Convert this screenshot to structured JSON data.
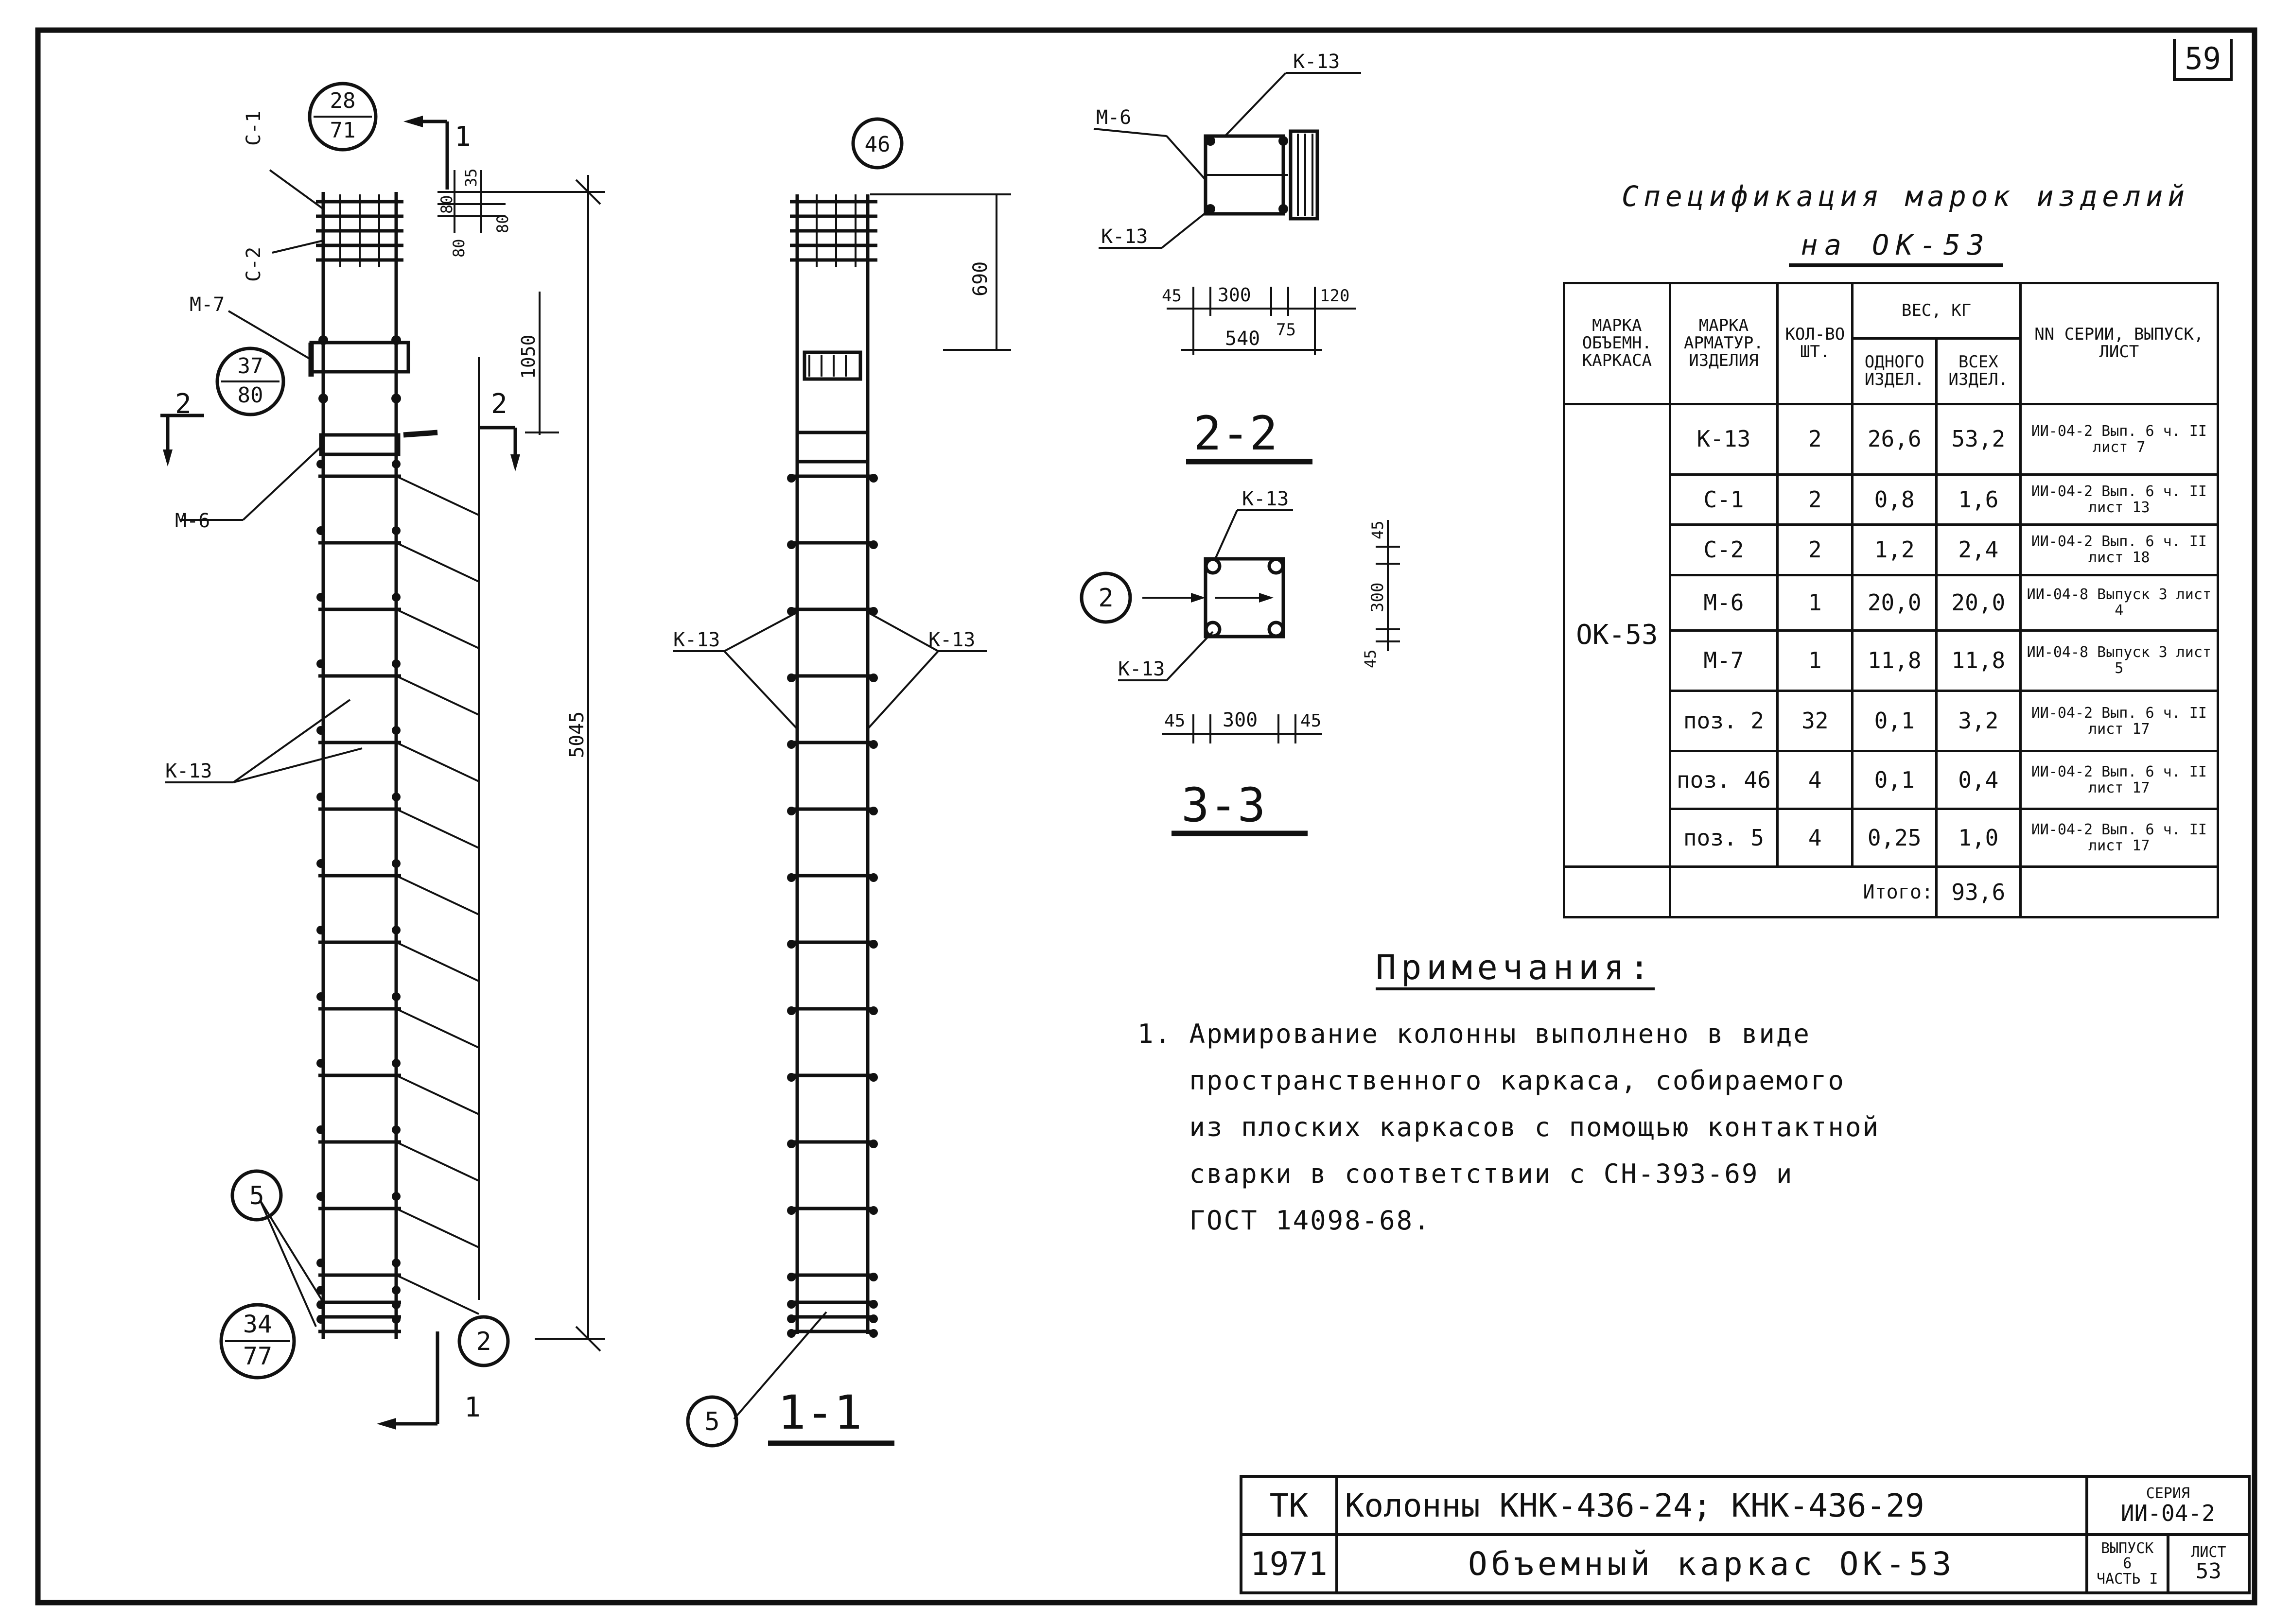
{
  "sheet_number": "59",
  "elevation": {
    "callouts": {
      "top": {
        "num": "28",
        "den": "71"
      },
      "mid": {
        "num": "37",
        "den": "80"
      },
      "bottom": {
        "num": "34",
        "den": "77"
      }
    },
    "labels": {
      "c1": "С-1",
      "c2": "С-2",
      "m7": "М-7",
      "m6": "М-6",
      "k13": "К-13",
      "pos5": "5",
      "pos2": "2",
      "sec1": "1",
      "sec2": "2"
    },
    "dims": {
      "d35": "35",
      "d80a": "80",
      "d80b": "80",
      "d80c": "80",
      "d1050": "1050",
      "d5045": "5045"
    }
  },
  "section_1_1": {
    "title": "1-1",
    "pos46": "46",
    "pos5": "5",
    "k13_left": "К-13",
    "k13_right": "К-13",
    "dim690": "690"
  },
  "section_2_2": {
    "title": "2-2",
    "labels": {
      "k13_top": "К-13",
      "m6": "М-6",
      "k13_bottom": "К-13"
    },
    "dims": {
      "d45": "45",
      "d300": "300",
      "d120": "120",
      "d75": "75",
      "d540": "540"
    }
  },
  "section_3_3": {
    "title": "3-3",
    "labels": {
      "k13_top": "К-13",
      "pos2": "2",
      "k13_bottom": "К-13"
    },
    "dims": {
      "d45l": "45",
      "d300": "300",
      "d45r": "45",
      "v45a": "45",
      "v300": "300",
      "v45b": "45"
    }
  },
  "spec": {
    "title": "Спецификация марок изделий",
    "subtitle": "на ОК-53",
    "headers": {
      "mark_frame": "МАРКА ОБЪЕМН. КАРКАСА",
      "mark_item": "МАРКА АРМАТУР. ИЗДЕЛИЯ",
      "qty": "КОЛ-ВО ШТ.",
      "weight": "ВЕС, КГ",
      "weight_one": "ОДНОГО ИЗДЕЛ.",
      "weight_all": "ВСЕХ ИЗДЕЛ.",
      "series": "NN СЕРИИ, ВЫПУСК, ЛИСТ"
    },
    "frame_mark": "ОК-53",
    "rows": [
      {
        "item": "К-13",
        "qty": "2",
        "one": "26,6",
        "all": "53,2",
        "series": "ИИ-04-2 Вып. 6 ч. II лист 7"
      },
      {
        "item": "С-1",
        "qty": "2",
        "one": "0,8",
        "all": "1,6",
        "series": "ИИ-04-2 Вып. 6 ч. II лист 13"
      },
      {
        "item": "С-2",
        "qty": "2",
        "one": "1,2",
        "all": "2,4",
        "series": "ИИ-04-2 Вып. 6 ч. II лист 18"
      },
      {
        "item": "М-6",
        "qty": "1",
        "one": "20,0",
        "all": "20,0",
        "series": "ИИ-04-8 Выпуск 3 лист 4"
      },
      {
        "item": "М-7",
        "qty": "1",
        "one": "11,8",
        "all": "11,8",
        "series": "ИИ-04-8 Выпуск 3 лист 5"
      },
      {
        "item": "поз. 2",
        "qty": "32",
        "one": "0,1",
        "all": "3,2",
        "series": "ИИ-04-2 Вып. 6 ч. II лист 17"
      },
      {
        "item": "поз. 46",
        "qty": "4",
        "one": "0,1",
        "all": "0,4",
        "series": "ИИ-04-2 Вып. 6 ч. II лист 17"
      },
      {
        "item": "поз. 5",
        "qty": "4",
        "one": "0,25",
        "all": "1,0",
        "series": "ИИ-04-2 Вып. 6 ч. II лист 17"
      }
    ],
    "total_label": "Итого:",
    "total_value": "93,6"
  },
  "notes": {
    "title": "Примечания:",
    "text": "1. Армирование колонны выполнено в виде\n   пространственного каркаса, собираемого\n   из плоских каркасов с помощью контактной\n   сварки в соответствии с СН-393-69 и\n   ГОСТ 14098-68."
  },
  "stamp": {
    "org": "ТК",
    "year": "1971",
    "title1": "Колонны КНК-436-24; КНК-436-29",
    "title2": "Объемный каркас ОК-53",
    "series_label": "СЕРИЯ",
    "series_value": "ИИ-04-2",
    "issue_label": "ВЫПУСК",
    "issue_value": "6",
    "part": "ЧАСТЬ I",
    "sheet_label": "ЛИСТ",
    "sheet_value": "53"
  }
}
